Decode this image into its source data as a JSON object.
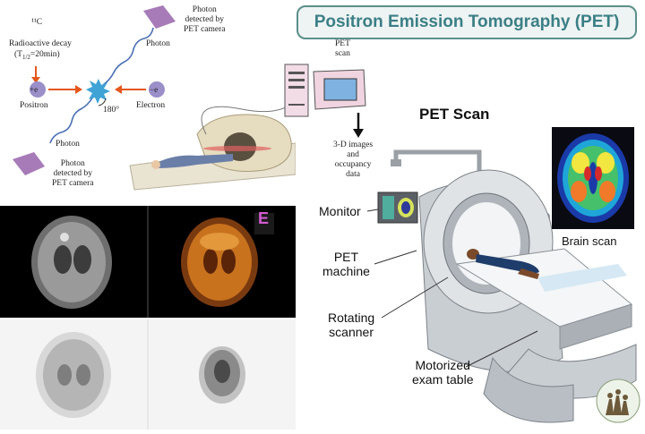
{
  "title": "Positron Emission Tomography (PET)",
  "physics": {
    "isotope": "¹¹C",
    "decay_line1": "Radioactive decay",
    "decay_line2": "(T",
    "decay_sub": "1/2",
    "decay_line3": "=20min)",
    "positron_symbol": "+e",
    "positron_label": "Positron",
    "electron_symbol": "−e",
    "electron_label": "Electron",
    "angle": "180°",
    "photon_top": "Photon",
    "photon_bottom": "Photon",
    "detected_top_1": "Photon",
    "detected_top_2": "detected by",
    "detected_top_3": "PET camera",
    "detected_bottom_1": "Photon",
    "detected_bottom_2": "detected by",
    "detected_bottom_3": "PET camera",
    "pet_scan_1": "PET",
    "pet_scan_2": "scan",
    "output_1": "3-D images",
    "output_2": "and",
    "output_3": "occupancy",
    "output_4": "data"
  },
  "scans": {
    "panel_letter": "E"
  },
  "machine": {
    "heading": "PET Scan",
    "monitor": "Monitor",
    "pet_machine_1": "PET",
    "pet_machine_2": "machine",
    "rotating_1": "Rotating",
    "rotating_2": "scanner",
    "motorized_1": "Motorized",
    "motorized_2": "exam table",
    "brain_scan": "Brain scan"
  },
  "colors": {
    "title_text": "#3b7f86",
    "title_border": "#5b8f8a",
    "arrow": "#e4571d",
    "photon_path": "#4a6fb5",
    "detector": "#a77bb8"
  }
}
